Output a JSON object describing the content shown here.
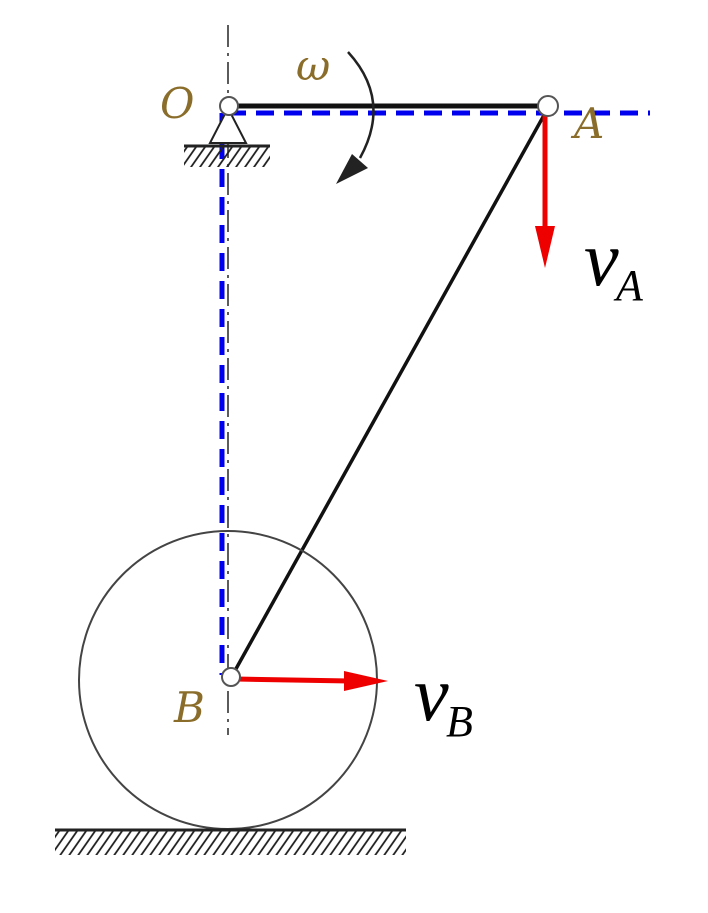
{
  "labels": {
    "O": "O",
    "A": "A",
    "B": "B",
    "omega": "ω",
    "vA_main": "v",
    "vA_sub": "A",
    "vB_main": "v",
    "vB_sub": "B"
  },
  "colors": {
    "dashed_line": "#0000ee",
    "velocity_arrow": "#ee0000",
    "member": "#111111",
    "label": "#8a6d2a"
  }
}
